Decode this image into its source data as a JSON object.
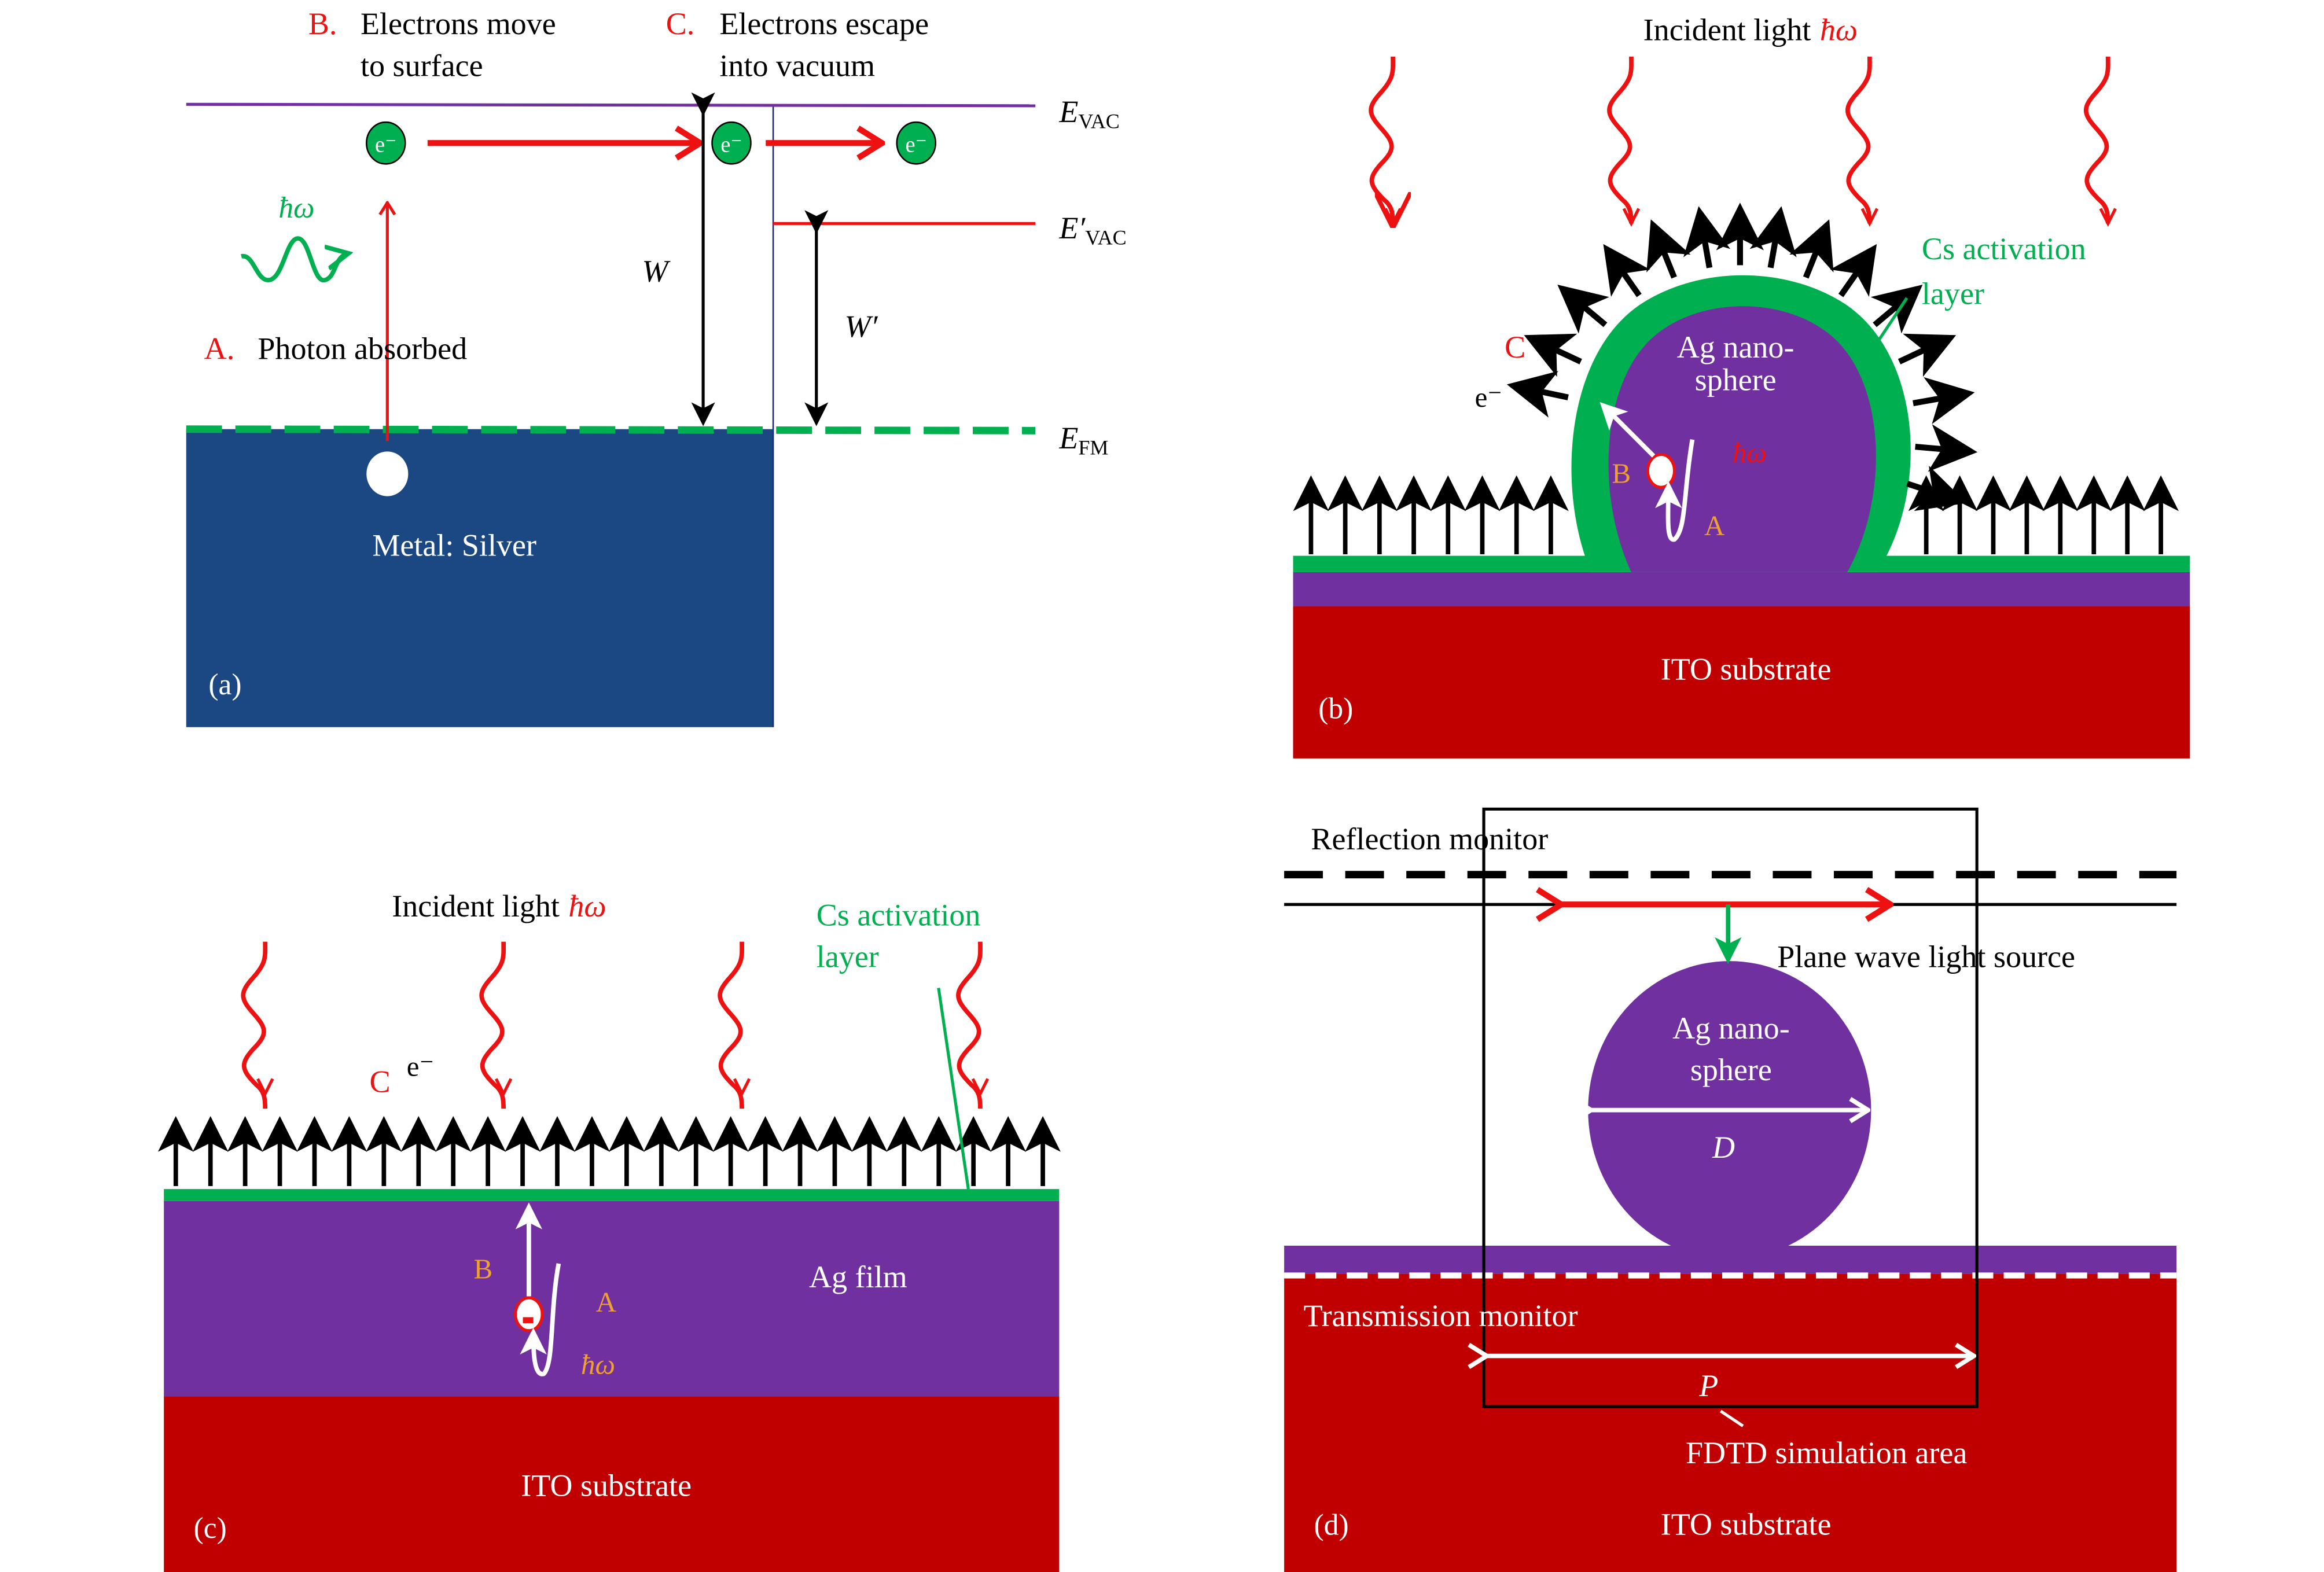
{
  "colors": {
    "red": "#ee1111",
    "green": "#00b050",
    "purple": "#7030a0",
    "navy": "#1b4882",
    "ito": "#c00000",
    "orange": "#f0a030",
    "black": "#000000",
    "white": "#ffffff"
  },
  "panel_a": {
    "label": "(a)",
    "step_b_letter": "B.",
    "step_b_line1": "Electrons move",
    "step_b_line2": "to surface",
    "step_c_letter": "C.",
    "step_c_line1": "Electrons escape",
    "step_c_line2": "into vacuum",
    "step_a_letter": "A.",
    "step_a_text": "Photon absorbed",
    "photon": "ħω",
    "electron": "e⁻",
    "e_vac_main": "E",
    "e_vac_sub": "VAC",
    "e_vac_prime_main": "E′",
    "e_vac_prime_sub": "VAC",
    "e_fm_main": "E",
    "e_fm_sub": "FM",
    "work_function": "W",
    "work_function_prime": "W′",
    "metal_label": "Metal: Silver"
  },
  "panel_b": {
    "label": "(b)",
    "incident_text": "Incident light",
    "incident_symbol": "ħω",
    "cs_line1": "Cs activation",
    "cs_line2": "layer",
    "sphere_line1": "Ag nano-",
    "sphere_line2": "sphere",
    "step_c": "C",
    "electron": "e⁻",
    "step_b": "B",
    "step_a": "A",
    "photon": "ħω",
    "substrate": "ITO substrate"
  },
  "panel_c": {
    "label": "(c)",
    "incident_text": "Incident light",
    "incident_symbol": "ħω",
    "cs_line1": "Cs activation",
    "cs_line2": "layer",
    "step_c": "C",
    "electron": "e⁻",
    "step_b": "B",
    "step_a": "A",
    "photon": "ħω",
    "film": "Ag film",
    "substrate": "ITO substrate",
    "emission_arrow_count": 26
  },
  "panel_d": {
    "label": "(d)",
    "reflection_monitor": "Reflection monitor",
    "source": "Plane wave light source",
    "sphere_line1": "Ag nano-",
    "sphere_line2": "sphere",
    "diameter": "D",
    "transmission_monitor": "Transmission monitor",
    "period": "P",
    "fdtd": "FDTD simulation area",
    "substrate": "ITO substrate"
  }
}
